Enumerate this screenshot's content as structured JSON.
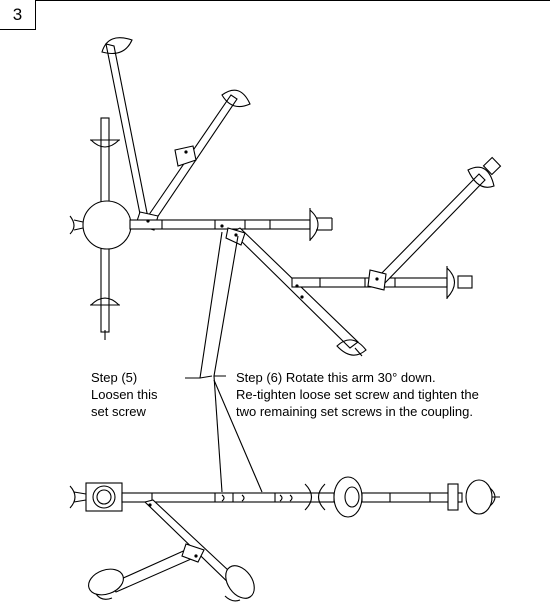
{
  "figure": {
    "step_number": "3"
  },
  "callouts": {
    "step5": [
      "Step (5)",
      "Loosen this",
      "set screw"
    ],
    "step6": [
      "Step (6) Rotate this arm 30° down.",
      "Re-tighten loose set screw and tighten the",
      "two remaining set screws in the coupling."
    ]
  },
  "icons": {
    "tripod_top_view": "assembly-top-view-icon",
    "tripod_side_view": "assembly-side-view-icon"
  }
}
